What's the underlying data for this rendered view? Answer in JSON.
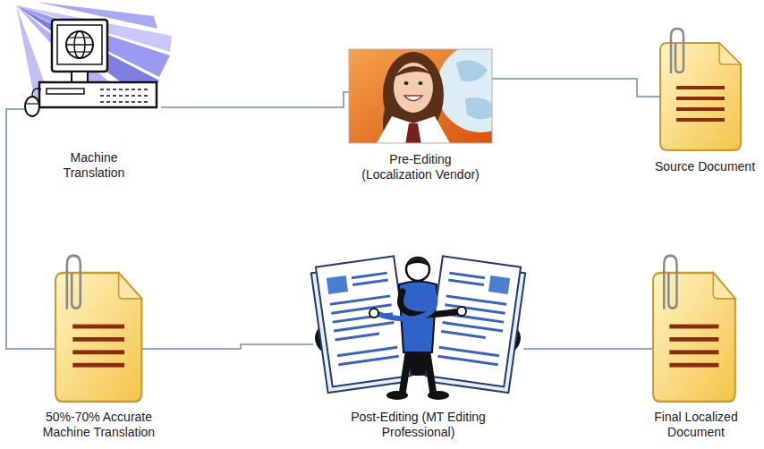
{
  "diagram": {
    "nodes": [
      {
        "text": [
          "Machine Translation"
        ]
      },
      {
        "text": [
          "Pre-Editing (Localization Vendor)"
        ]
      },
      {
        "text": [
          "Source Document"
        ]
      },
      {
        "text": [
          "50%-70% Accurate Machine Translation"
        ]
      },
      {
        "text": [
          "Post-Editing (MT Editing Professional)"
        ]
      },
      {
        "text": [
          "Final Localized Document"
        ]
      }
    ],
    "edges": [
      {
        "from": 2,
        "to": 1,
        "arrow": "none"
      },
      {
        "from": 1,
        "to": 0,
        "arrow": "none"
      },
      {
        "from": 0,
        "to": 3,
        "arrow": "none"
      },
      {
        "from": 3,
        "to": 4,
        "arrow": "none"
      },
      {
        "from": 4,
        "to": 5,
        "arrow": "none"
      }
    ]
  }
}
